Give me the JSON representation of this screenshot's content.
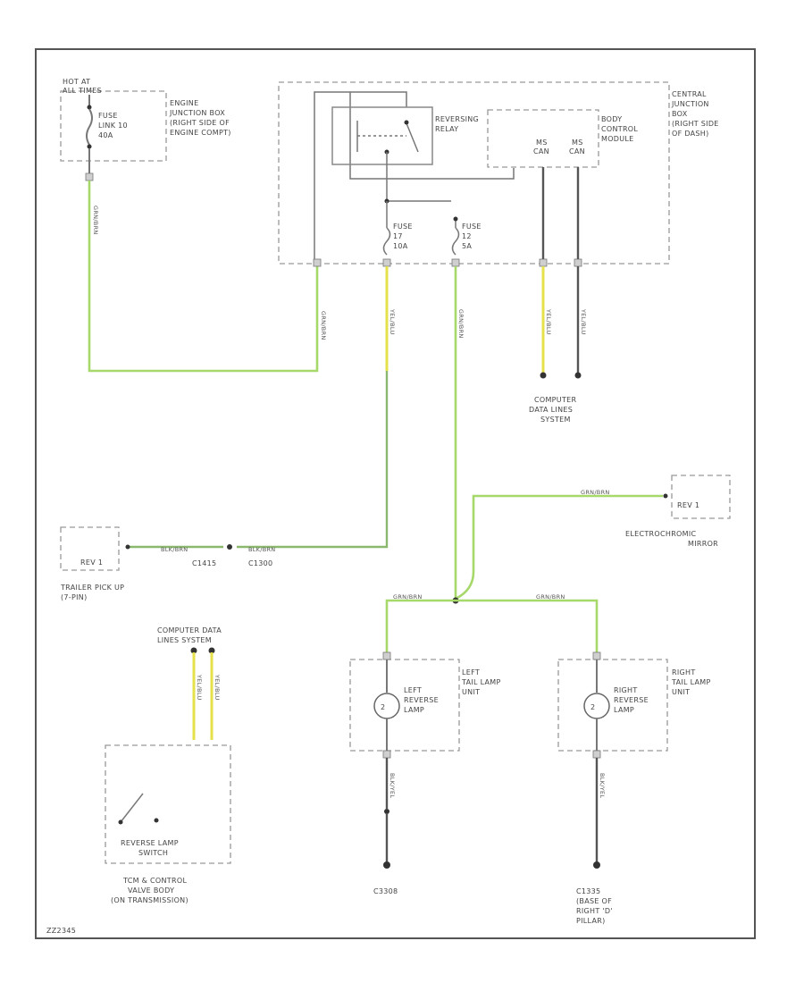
{
  "labels": {
    "hot_in_start": "HOT AT",
    "hot_in_start2": "ALL TIMES",
    "fuse_ljb": "FUSE",
    "fuse_ljb2": "LINK 10",
    "fuse_ljb3": "40A",
    "engine_box1": "ENGINE",
    "engine_box2": "JUNCTION BOX",
    "engine_box3": "(RIGHT SIDE OF",
    "engine_box4": "ENGINE COMPT)",
    "reversing_relay1": "REVERSING",
    "reversing_relay2": "RELAY",
    "bcm1": "BODY",
    "bcm2": "CONTROL",
    "bcm3": "MODULE",
    "ms_can_a1": "MS",
    "ms_can_a2": "CAN",
    "ms_can_b1": "MS",
    "ms_can_b2": "CAN",
    "cjb1": "CENTRAL",
    "cjb2": "JUNCTION",
    "cjb3": "BOX",
    "cjb4": "(RIGHT SIDE",
    "cjb5": "OF DASH)",
    "fuse17_1": "FUSE",
    "fuse17_2": "17",
    "fuse17_3": "10A",
    "fuse12_1": "FUSE",
    "fuse12_2": "12",
    "fuse12_3": "5A",
    "cdl1": "COMPUTER",
    "cdl2": "DATA LINES",
    "cdl3": "SYSTEM",
    "em_mirror1": "ELECTROCHROMIC",
    "em_mirror2": "MIRROR",
    "trailer1": "TRAILER PICK UP",
    "trailer2": "(7-PIN)",
    "cdl_top1": "COMPUTER DATA",
    "cdl_top2": "LINES SYSTEM",
    "left_lamp1": "LEFT",
    "left_lamp2": "REVERSE",
    "left_lamp3": "LAMP",
    "left_unit1": "LEFT",
    "left_unit2": "TAIL LAMP",
    "left_unit3": "UNIT",
    "right_lamp1": "RIGHT",
    "right_lamp2": "REVERSE",
    "right_lamp3": "LAMP",
    "right_unit1": "RIGHT",
    "right_unit2": "TAIL LAMP",
    "right_unit3": "UNIT",
    "rev_switch1": "REVERSE LAMP",
    "rev_switch2": "SWITCH",
    "tcm1": "TCM & CONTROL",
    "tcm2": "VALVE BODY",
    "tcm3": "(ON TRANSMISSION)",
    "g_left": "C3308",
    "g_right1": "C1335",
    "g_right2": "(BASE OF",
    "g_right3": "RIGHT 'D'",
    "g_right4": "PILLAR)",
    "c_trailer1": "C1415",
    "c_trailer2": "C1300",
    "rev_pin_t": "REV 1",
    "rev_pin_m": "REV 1",
    "footer": "ZZ2345"
  },
  "wire_labels": {
    "w_grn": "GRN/BRN",
    "w_yel1": "YEL/BLU",
    "w_grn2": "GRN/BRN",
    "w_yel2": "YEL/BLU",
    "w_yel3": "YEL/BLU",
    "w_blk1": "BLK/BRN",
    "w_blk2": "BLK/BRN",
    "w_grn3": "GRN/BRN",
    "w_grn4": "GRN/BRN",
    "w_grn5": "GRN/BRN",
    "w_grn6": "GRN/BRN",
    "w_blk3": "BLK/YEL",
    "w_blk4": "BLK/YEL",
    "w_yel4": "YEL/BLU",
    "w_yel5": "YEL/BLU"
  },
  "colors": {
    "wire_green": "#a7d86a",
    "wire_yellow": "#e6e04a",
    "wire_black": "#555555"
  }
}
